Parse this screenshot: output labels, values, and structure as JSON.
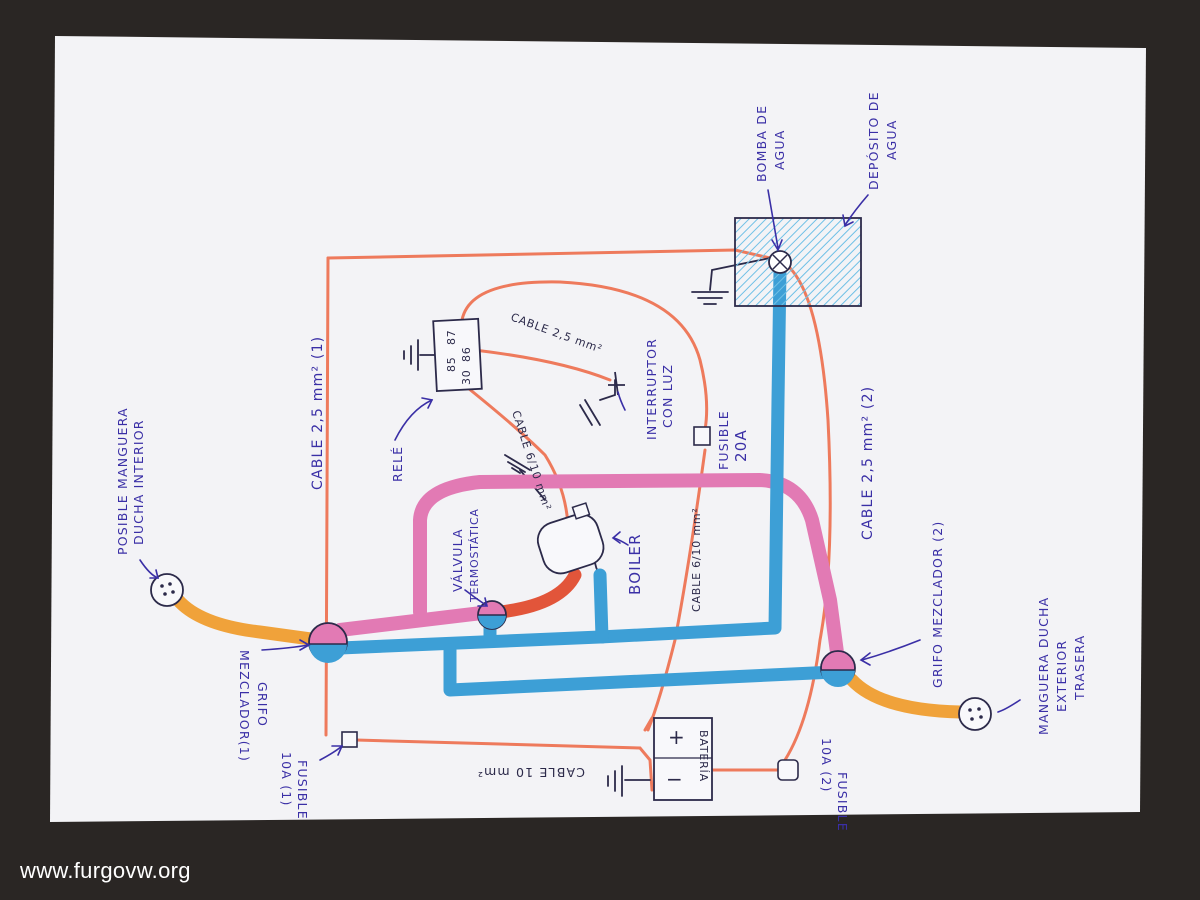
{
  "labels": {
    "posible_manguera": "POSIBLE MANGUERA",
    "ducha_interior": "DUCHA INTERIOR",
    "cable_25_1": "CABLE 2,5 mm² (1)",
    "rele": "RELÉ",
    "rele_85": "85",
    "rele_87": "87",
    "rele_30": "30",
    "rele_86": "86",
    "cable_25_rele": "CABLE 2,5 mm²",
    "cable_610_rele": "CABLE 6/10 mm²",
    "interruptor": "INTERRUPTOR",
    "con_luz": "CON LUZ",
    "fusible_20a_1": "FUSIBLE",
    "fusible_20a_2": "20A",
    "bomba": "BOMBA DE",
    "bomba_2": "AGUA",
    "deposito": "DEPÓSITO DE",
    "deposito_2": "AGUA",
    "cable_25_2": "CABLE 2,5 mm² (2)",
    "valvula": "VÁLVULA",
    "termostatica": "TERMOSTÁTICA",
    "boiler": "BOILER",
    "cable_610_boiler": "CABLE 6/10 mm²",
    "grifo_mezclador_2": "GRIFO MEZCLADOR (2)",
    "manguera_ducha": "MANGUERA DUCHA",
    "exterior": "EXTERIOR",
    "trasera": "TRASERA",
    "grifo_1": "GRIFO",
    "mezclador_1": "MEZCLADOR(1)",
    "fusible_1": "FUSIBLE",
    "fusible_1b": "10A (1)",
    "cable_10": "CABLE 10 mm²",
    "bateria": "BATERÍA",
    "bat_plus": "+",
    "bat_minus": "−",
    "fusible_2": "FUSIBLE",
    "fusible_2b": "10A (2)"
  },
  "watermark": "www.furgovw.org",
  "colors": {
    "paper": "#f3f3f6",
    "background": "#2a2624",
    "red_wire": "#ee7a5c",
    "pink_hot_water": "#e27ab4",
    "blue_cold_water": "#3d9fd6",
    "orange_hose": "#f0a23a",
    "ink": "#3a2fa6"
  }
}
